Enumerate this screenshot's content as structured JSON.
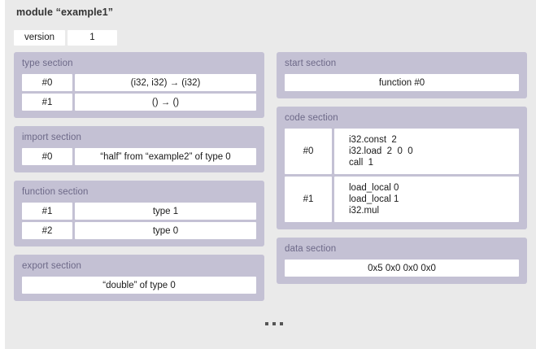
{
  "module": {
    "title": "module “example1”",
    "version_label": "version",
    "version_value": "1"
  },
  "colors": {
    "canvas_background": "#eaeaea",
    "section_background": "#c4c1d4",
    "section_title_text": "#6d6988",
    "cell_background": "#ffffff",
    "cell_text": "#1a1a1a",
    "title_text": "#333333",
    "ellipsis_dot": "#555555"
  },
  "left_column": {
    "type_section": {
      "title": "type section",
      "rows": [
        {
          "index": "#0",
          "value": "(i32, i32) → (i32)"
        },
        {
          "index": "#1",
          "value": "() → ()"
        }
      ]
    },
    "import_section": {
      "title": "import section",
      "rows": [
        {
          "index": "#0",
          "value": "“half” from “example2” of type 0"
        }
      ]
    },
    "function_section": {
      "title": "function section",
      "rows": [
        {
          "index": "#1",
          "value": "type 1"
        },
        {
          "index": "#2",
          "value": "type 0"
        }
      ]
    },
    "export_section": {
      "title": "export section",
      "value": "“double” of type 0"
    }
  },
  "right_column": {
    "start_section": {
      "title": "start section",
      "value": "function #0"
    },
    "code_section": {
      "title": "code section",
      "rows": [
        {
          "index": "#0",
          "line0": "i32.const  2",
          "line1": "i32.load  2  0  0",
          "line2": "call  1"
        },
        {
          "index": "#1",
          "line0": "load_local 0",
          "line1": "load_local 1",
          "line2": "i32.mul"
        }
      ]
    },
    "data_section": {
      "title": "data section",
      "value": "0x5  0x0  0x0  0x0"
    }
  },
  "footer": {
    "overflow_indicator": "•••"
  }
}
